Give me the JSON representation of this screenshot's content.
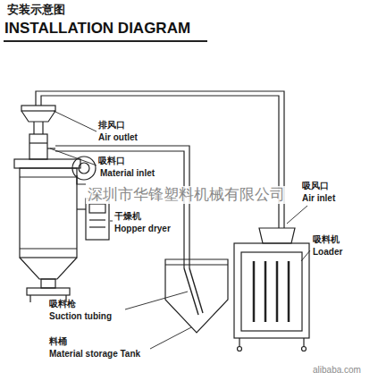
{
  "diagram": {
    "title": "安装示意图",
    "labels": [
      "INSTALLATION DIAGRAM",
      "排风口",
      "Air outlet",
      "吸料口",
      "Material inlet",
      "深圳市华锋塑料机械有限公司",
      "干燥机",
      "Hopper dryer",
      "吸风口",
      "Air inlet",
      "吸料机",
      "Loader",
      "吸料枪",
      "Suction tubing",
      "料桶",
      "Material storage Tank",
      "alibaba.com"
    ]
  }
}
